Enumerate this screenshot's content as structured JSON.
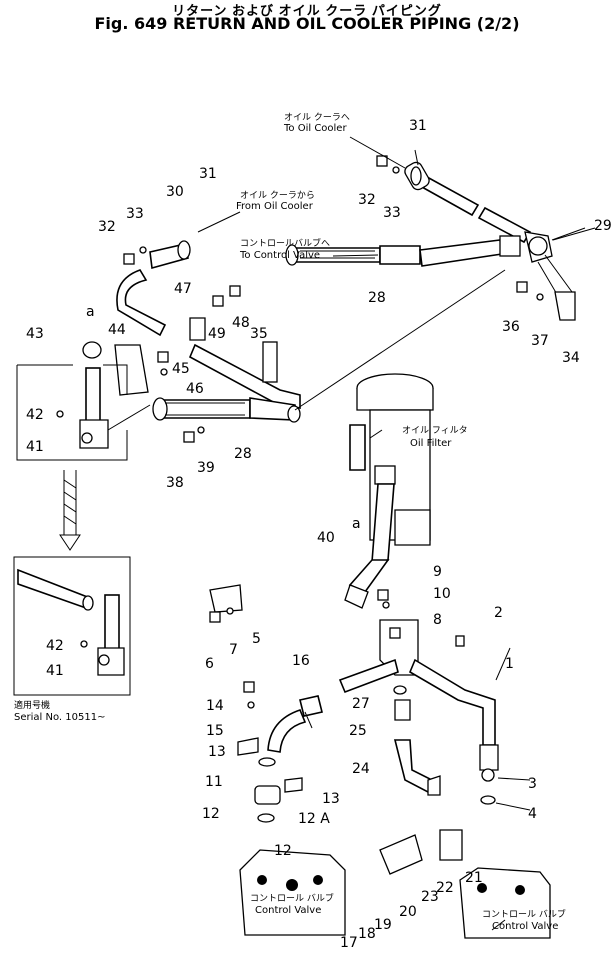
{
  "title": {
    "japanese": "リターン および オイル クーラ パイピング",
    "english": "Fig. 649 RETURN AND OIL COOLER PIPING (2/2)"
  },
  "annotations": {
    "to_oil_cooler_jp": "オイル クーラへ",
    "to_oil_cooler": "To Oil Cooler",
    "from_oil_cooler_jp": "オイル クーラから",
    "from_oil_cooler": "From Oil Cooler",
    "to_control_valve_jp": "コントロールバルブへ",
    "to_control_valve": "To Control Valve",
    "oil_filter_jp": "オイル フィルタ",
    "oil_filter": "Oil Filter",
    "control_valve_jp": "コントロール バルブ",
    "control_valve": "Control Valve",
    "serial_jp": "適用号機",
    "serial": "Serial No. 10511~",
    "ref_a": "a"
  },
  "part_numbers": [
    "1",
    "2",
    "3",
    "4",
    "5",
    "6",
    "7",
    "8",
    "9",
    "10",
    "11",
    "12",
    "12",
    "12 A",
    "13",
    "13",
    "14",
    "15",
    "16",
    "17",
    "18",
    "19",
    "20",
    "21",
    "22",
    "23",
    "24",
    "25",
    "27",
    "28",
    "28",
    "29",
    "30",
    "31",
    "31",
    "32",
    "32",
    "33",
    "33",
    "34",
    "35",
    "36",
    "37",
    "38",
    "39",
    "40",
    "41",
    "41",
    "42",
    "42",
    "43",
    "44",
    "45",
    "46",
    "47",
    "48",
    "49"
  ]
}
